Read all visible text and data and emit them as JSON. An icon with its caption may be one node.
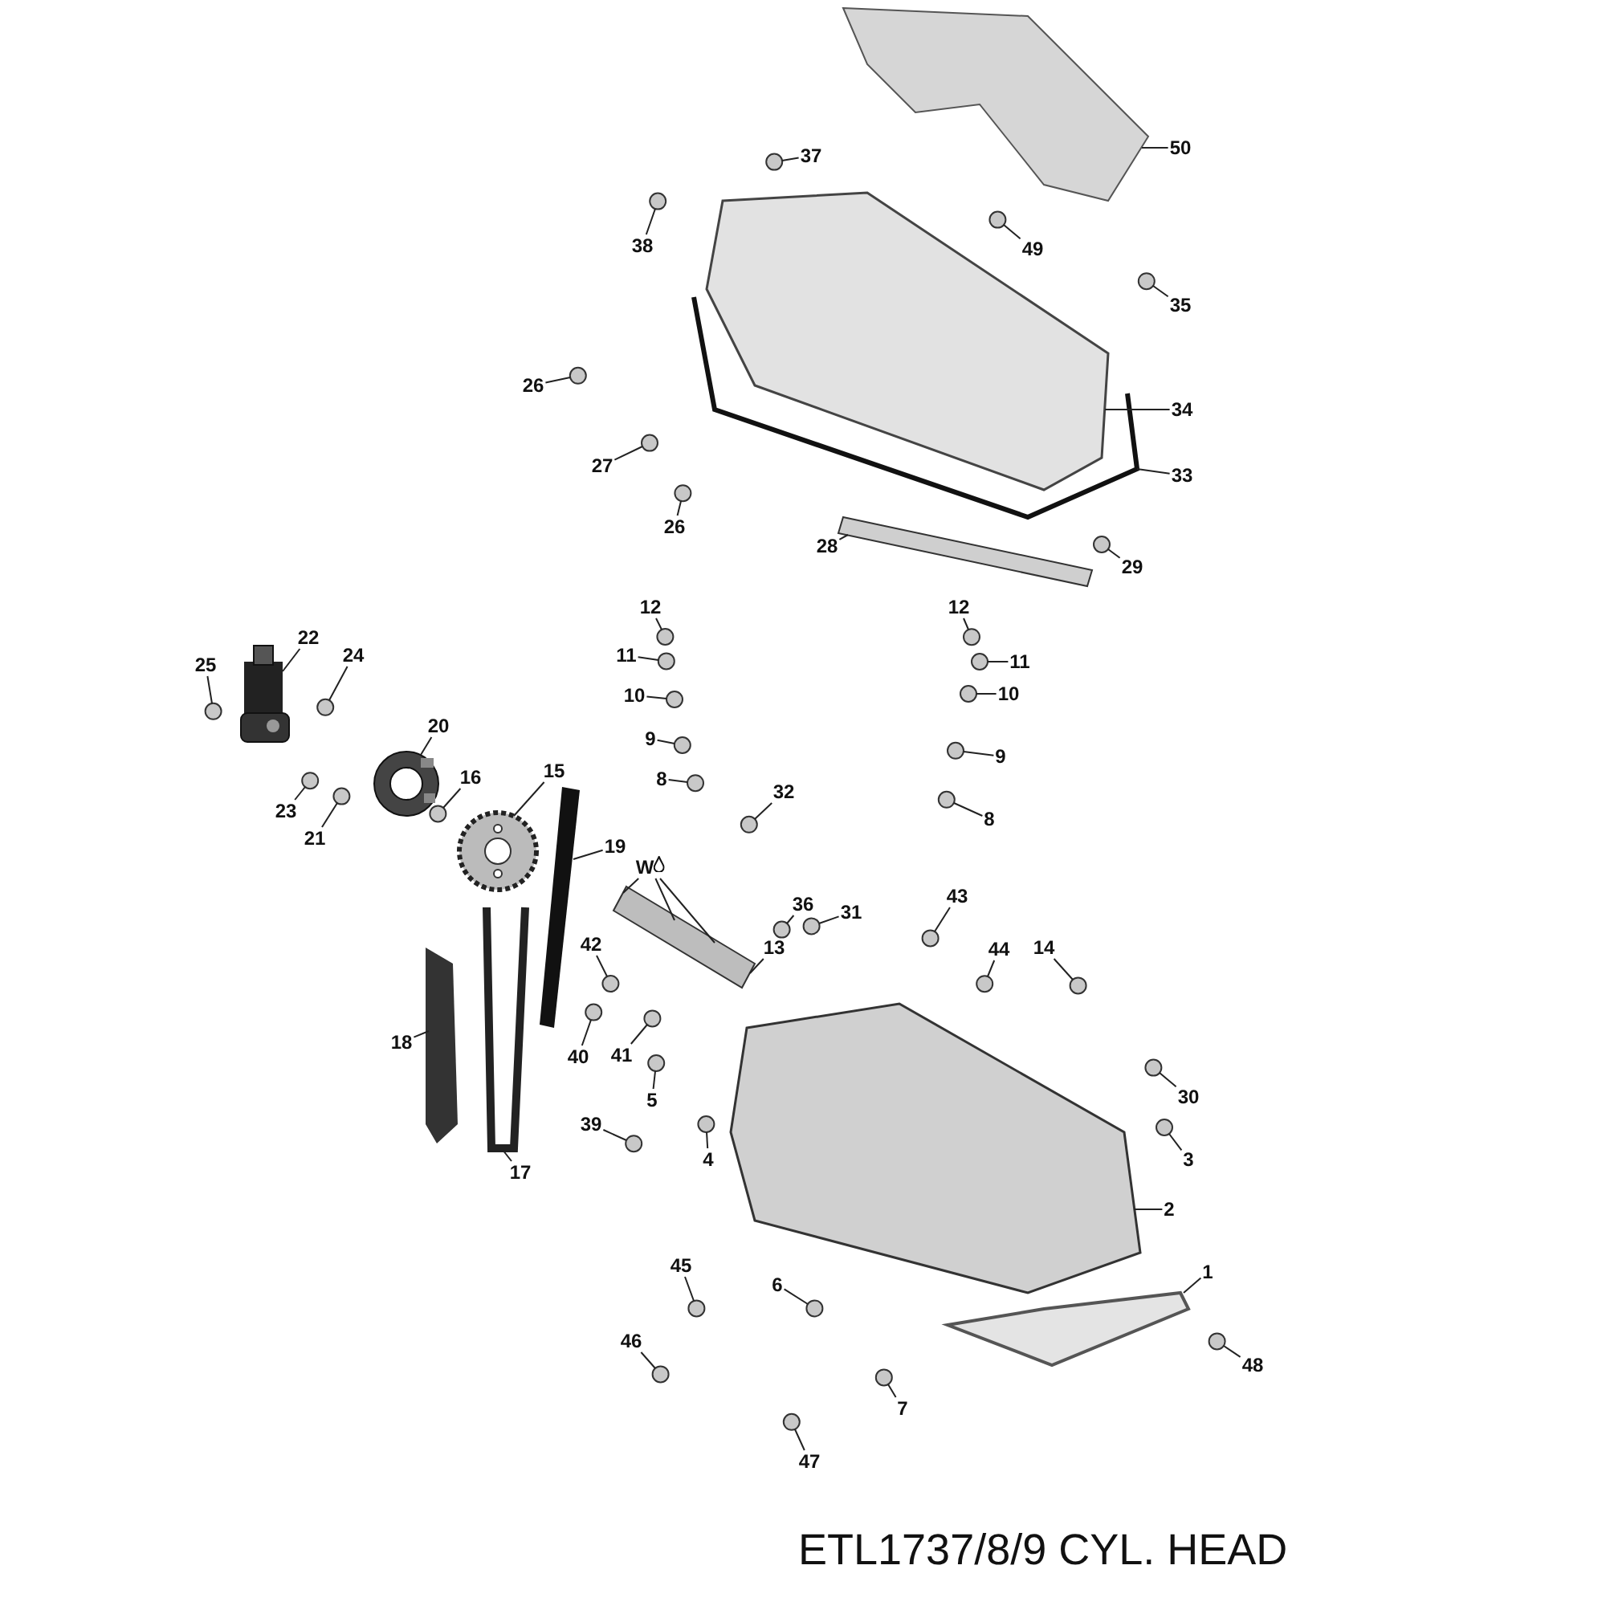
{
  "diagram": {
    "caption": "ETL1737/8/9 CYL. HEAD",
    "nodes": [
      {
        "text": [
          "50"
        ]
      },
      {
        "text": [
          "37"
        ]
      },
      {
        "text": [
          "38"
        ]
      },
      {
        "text": [
          "49"
        ]
      },
      {
        "text": [
          "35"
        ]
      },
      {
        "text": [
          "26"
        ]
      },
      {
        "text": [
          "34"
        ]
      },
      {
        "text": [
          "27"
        ]
      },
      {
        "text": [
          "33"
        ]
      },
      {
        "text": [
          "26"
        ]
      },
      {
        "text": [
          "28"
        ]
      },
      {
        "text": [
          "29"
        ]
      },
      {
        "text": [
          "12"
        ]
      },
      {
        "text": [
          "12"
        ]
      },
      {
        "text": [
          "11"
        ]
      },
      {
        "text": [
          "11"
        ]
      },
      {
        "text": [
          "10"
        ]
      },
      {
        "text": [
          "10"
        ]
      },
      {
        "text": [
          "22"
        ]
      },
      {
        "text": [
          "24"
        ]
      },
      {
        "text": [
          "25"
        ]
      },
      {
        "text": [
          "9"
        ]
      },
      {
        "text": [
          "9"
        ]
      },
      {
        "text": [
          "20"
        ]
      },
      {
        "text": [
          "8"
        ]
      },
      {
        "text": [
          "8"
        ]
      },
      {
        "text": [
          "16"
        ]
      },
      {
        "text": [
          "15"
        ]
      },
      {
        "text": [
          "32"
        ]
      },
      {
        "text": [
          "23"
        ]
      },
      {
        "text": [
          "21"
        ]
      },
      {
        "text": [
          "19"
        ]
      },
      {
        "text": [
          "W"
        ]
      },
      {
        "text": [
          "13"
        ]
      },
      {
        "text": [
          "36"
        ]
      },
      {
        "text": [
          "31"
        ]
      },
      {
        "text": [
          "43"
        ]
      },
      {
        "text": [
          "42"
        ]
      },
      {
        "text": [
          "44"
        ]
      },
      {
        "text": [
          "14"
        ]
      },
      {
        "text": [
          "18"
        ]
      },
      {
        "text": [
          "40"
        ]
      },
      {
        "text": [
          "41"
        ]
      },
      {
        "text": [
          "30"
        ]
      },
      {
        "text": [
          "5"
        ]
      },
      {
        "text": [
          "39"
        ]
      },
      {
        "text": [
          "4"
        ]
      },
      {
        "text": [
          "3"
        ]
      },
      {
        "text": [
          "17"
        ]
      },
      {
        "text": [
          "2"
        ]
      },
      {
        "text": [
          "1"
        ]
      },
      {
        "text": [
          "45"
        ]
      },
      {
        "text": [
          "6"
        ]
      },
      {
        "text": [
          "46"
        ]
      },
      {
        "text": [
          "48"
        ]
      },
      {
        "text": [
          "7"
        ]
      },
      {
        "text": [
          "47"
        ]
      },
      {
        "text": [],
        "shape": "picture"
      },
      {
        "text": [],
        "shape": "circle"
      },
      {
        "text": [],
        "shape": "circle"
      },
      {
        "text": [],
        "shape": "circle"
      },
      {
        "text": [],
        "shape": "circle"
      },
      {
        "text": [],
        "shape": "circle"
      },
      {
        "text": [],
        "shape": "picture"
      },
      {
        "text": [],
        "shape": "circle"
      },
      {
        "text": [],
        "shape": "picture"
      },
      {
        "text": [],
        "shape": "circle"
      },
      {
        "text": [],
        "shape": "picture"
      },
      {
        "text": [],
        "shape": "circle"
      },
      {
        "text": [],
        "shape": "circle"
      },
      {
        "text": [],
        "shape": "circle"
      },
      {
        "text": [],
        "shape": "circle"
      },
      {
        "text": [],
        "shape": "circle"
      },
      {
        "text": [],
        "shape": "circle"
      },
      {
        "text": [],
        "shape": "circle"
      },
      {
        "text": [],
        "shape": "picture"
      },
      {
        "text": [],
        "shape": "circle"
      },
      {
        "text": [],
        "shape": "circle"
      },
      {
        "text": [],
        "shape": "circle"
      },
      {
        "text": [],
        "shape": "circle"
      },
      {
        "text": [],
        "shape": "picture"
      },
      {
        "text": [],
        "shape": "circle"
      },
      {
        "text": [],
        "shape": "circle"
      },
      {
        "text": [],
        "shape": "circle"
      },
      {
        "text": [],
        "shape": "picture"
      },
      {
        "text": [],
        "shape": "circle"
      },
      {
        "text": [],
        "shape": "circle"
      },
      {
        "text": [],
        "shape": "circle"
      },
      {
        "text": [],
        "shape": "picture"
      },
      {
        "text": [],
        "shape": "picture"
      },
      {
        "text": [],
        "shape": "circle"
      },
      {
        "text": [],
        "shape": "circle"
      },
      {
        "text": [],
        "shape": "circle"
      },
      {
        "text": [],
        "shape": "circle"
      },
      {
        "text": [],
        "shape": "circle"
      },
      {
        "text": [],
        "shape": "circle"
      },
      {
        "text": [],
        "shape": "picture"
      },
      {
        "text": [],
        "shape": "circle"
      },
      {
        "text": [],
        "shape": "circle"
      },
      {
        "text": [],
        "shape": "circle"
      },
      {
        "text": [],
        "shape": "circle"
      },
      {
        "text": [],
        "shape": "circle"
      },
      {
        "text": [],
        "shape": "circle"
      },
      {
        "text": [],
        "shape": "circle"
      },
      {
        "text": [],
        "shape": "picture"
      },
      {
        "text": [],
        "shape": "picture"
      },
      {
        "text": [],
        "shape": "picture"
      },
      {
        "text": [],
        "shape": "circle"
      },
      {
        "text": [],
        "shape": "circle"
      },
      {
        "text": [],
        "shape": "circle"
      },
      {
        "text": [],
        "shape": "circle"
      },
      {
        "text": [],
        "shape": "circle"
      },
      {
        "text": [],
        "shape": "circle"
      }
    ],
    "edges": [
      {
        "from": 0,
        "to": 57,
        "arrow": "none"
      },
      {
        "from": 1,
        "to": 58,
        "arrow": "none"
      },
      {
        "from": 2,
        "to": 59,
        "arrow": "none"
      },
      {
        "from": 3,
        "to": 60,
        "arrow": "none"
      },
      {
        "from": 4,
        "to": 61,
        "arrow": "none"
      },
      {
        "from": 5,
        "to": 62,
        "arrow": "none"
      },
      {
        "from": 6,
        "to": 63,
        "arrow": "none"
      },
      {
        "from": 7,
        "to": 64,
        "arrow": "none"
      },
      {
        "from": 8,
        "to": 65,
        "arrow": "none"
      },
      {
        "from": 9,
        "to": 66,
        "arrow": "none"
      },
      {
        "from": 10,
        "to": 67,
        "arrow": "none"
      },
      {
        "from": 11,
        "to": 68,
        "arrow": "none"
      },
      {
        "from": 12,
        "to": 69,
        "arrow": "none"
      },
      {
        "from": 13,
        "to": 70,
        "arrow": "none"
      },
      {
        "from": 14,
        "to": 71,
        "arrow": "none"
      },
      {
        "from": 15,
        "to": 72,
        "arrow": "none"
      },
      {
        "from": 16,
        "to": 73,
        "arrow": "none"
      },
      {
        "from": 17,
        "to": 74,
        "arrow": "none"
      },
      {
        "from": 18,
        "to": 75,
        "arrow": "none"
      },
      {
        "from": 19,
        "to": 76,
        "arrow": "none"
      },
      {
        "from": 20,
        "to": 77,
        "arrow": "none"
      },
      {
        "from": 21,
        "to": 78,
        "arrow": "none"
      },
      {
        "from": 22,
        "to": 79,
        "arrow": "none"
      },
      {
        "from": 23,
        "to": 80,
        "arrow": "none"
      },
      {
        "from": 24,
        "to": 81,
        "arrow": "none"
      },
      {
        "from": 25,
        "to": 82,
        "arrow": "none"
      },
      {
        "from": 26,
        "to": 83,
        "arrow": "none"
      },
      {
        "from": 27,
        "to": 84,
        "arrow": "none"
      },
      {
        "from": 28,
        "to": 85,
        "arrow": "none"
      },
      {
        "from": 29,
        "to": 86,
        "arrow": "none"
      },
      {
        "from": 30,
        "to": 87,
        "arrow": "none"
      },
      {
        "from": 31,
        "to": 88,
        "arrow": "none"
      },
      {
        "from": 32,
        "to": 89,
        "arrow": "none"
      },
      {
        "from": 32,
        "to": 89,
        "arrow": "none"
      },
      {
        "from": 32,
        "to": 89,
        "arrow": "none"
      },
      {
        "from": 33,
        "to": 89,
        "arrow": "none"
      },
      {
        "from": 34,
        "to": 90,
        "arrow": "none"
      },
      {
        "from": 35,
        "to": 91,
        "arrow": "none"
      },
      {
        "from": 36,
        "to": 92,
        "arrow": "none"
      },
      {
        "from": 37,
        "to": 93,
        "arrow": "none"
      },
      {
        "from": 38,
        "to": 94,
        "arrow": "none"
      },
      {
        "from": 39,
        "to": 95,
        "arrow": "none"
      },
      {
        "from": 40,
        "to": 96,
        "arrow": "none"
      },
      {
        "from": 41,
        "to": 97,
        "arrow": "none"
      },
      {
        "from": 42,
        "to": 98,
        "arrow": "none"
      },
      {
        "from": 43,
        "to": 99,
        "arrow": "none"
      },
      {
        "from": 44,
        "to": 100,
        "arrow": "none"
      },
      {
        "from": 45,
        "to": 101,
        "arrow": "none"
      },
      {
        "from": 46,
        "to": 102,
        "arrow": "none"
      },
      {
        "from": 47,
        "to": 103,
        "arrow": "none"
      },
      {
        "from": 48,
        "to": 104,
        "arrow": "none"
      },
      {
        "from": 49,
        "to": 105,
        "arrow": "none"
      },
      {
        "from": 50,
        "to": 106,
        "arrow": "none"
      },
      {
        "from": 51,
        "to": 107,
        "arrow": "none"
      },
      {
        "from": 52,
        "to": 108,
        "arrow": "none"
      },
      {
        "from": 53,
        "to": 109,
        "arrow": "none"
      },
      {
        "from": 54,
        "to": 110,
        "arrow": "none"
      },
      {
        "from": 55,
        "to": 111,
        "arrow": "none"
      },
      {
        "from": 56,
        "to": 112,
        "arrow": "none"
      }
    ]
  }
}
